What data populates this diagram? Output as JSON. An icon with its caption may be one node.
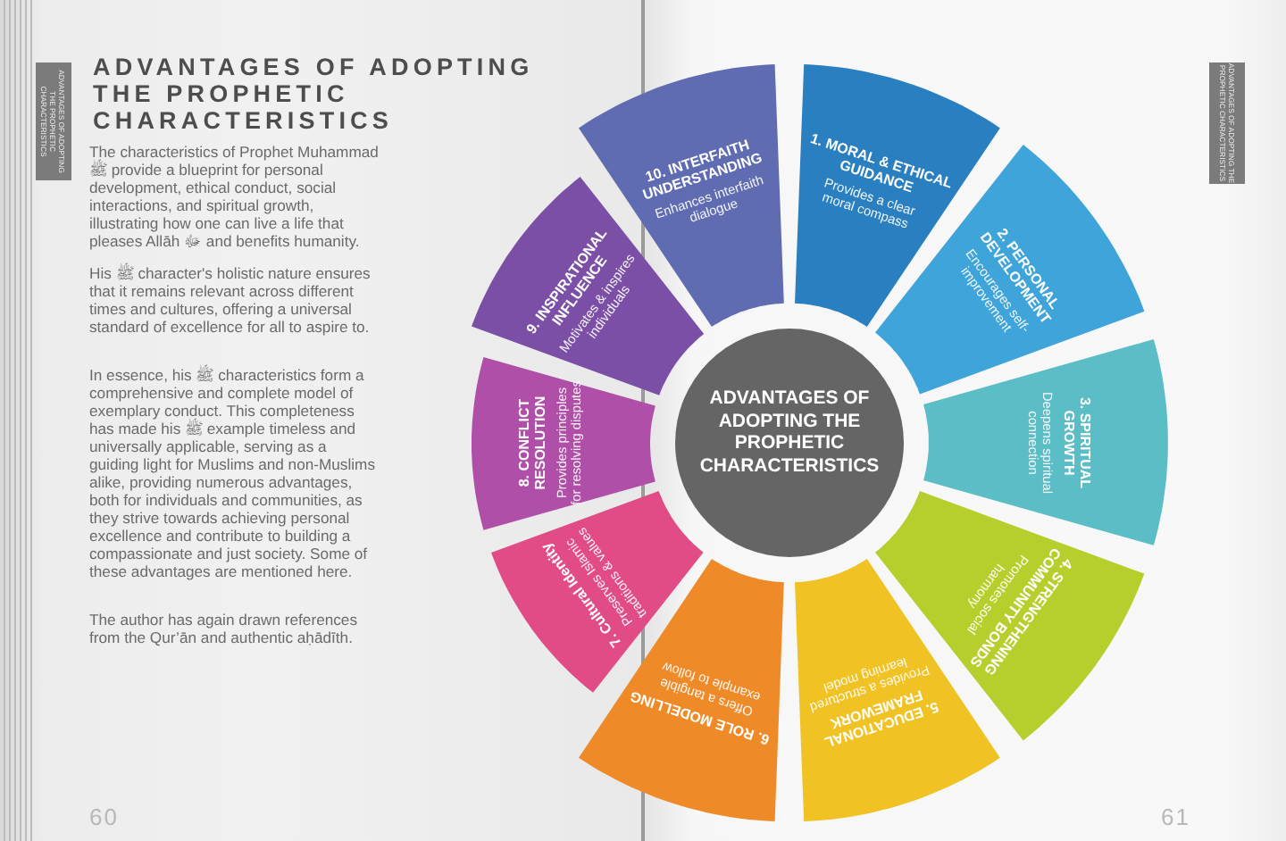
{
  "diagram": {
    "title": "ADVANTAGES OF ADOPTING THE PROPHETIC CHARACTERISTICS",
    "nodes": [
      {
        "text": [
          "ADVANTAGES OF ADOPTING THE PROPHETIC CHARACTERISTICS"
        ]
      },
      {
        "text": [
          "1. MORAL & ETHICAL GUIDANCE",
          "Provides a clear moral compass"
        ]
      },
      {
        "text": [
          "2. PERSONAL DEVELOPMENT",
          "Encourages self-improvement"
        ]
      },
      {
        "text": [
          "3. SPIRITUAL GROWTH",
          "Deepens spiritual connection"
        ]
      },
      {
        "text": [
          "4. STRENGTHENING COMMUNITY BONDS",
          "Promotes social harmony"
        ]
      },
      {
        "text": [
          "5. EDUCATIONAL FRAMEWORK",
          "Provides a structured learning model"
        ]
      },
      {
        "text": [
          "6. ROLE MODELLING",
          "Offers a tangible example to follow"
        ]
      },
      {
        "text": [
          "7. Cultural Identity",
          "Preserves Islamic traditions & values"
        ]
      },
      {
        "text": [
          "8. CONFLICT RESOLUTION",
          "Provides principles for resolving disputes"
        ]
      },
      {
        "text": [
          "9. INSPIRATIONAL INFLUENCE",
          "Motivates & inspires individuals"
        ]
      },
      {
        "text": [
          "10. INTERFAITH UNDERSTANDING",
          "Enhances interfaith dialogue"
        ]
      }
    ],
    "labels": [
      "ADVANTAGES OF ADOPTING THE PROPHETIC CHARACTERISTICS",
      "The characteristics of Prophet Muhammad ﷺ provide a blueprint for personal development, ethical conduct, social interactions, and spiritual growth, illustrating how one can live a life that pleases Allāh ﷻ and benefits humanity.",
      "His ﷺ character's holistic nature ensures that it remains relevant across different times and cultures, offering a universal standard of excellence for all to aspire to.",
      "In essence, his ﷺ characteristics form a comprehensive and complete model of exemplary conduct. This completeness has made his ﷺ example timeless and universally applicable, serving as a guiding light for Muslims and non-Muslims alike, providing numerous advantages, both for individuals and communities, as they strive towards achieving personal excellence and contribute to building a compassionate and just society. Some of these advantages are mentioned here.",
      "The author has again drawn references from the Qur’ān and authentic aḥādīth.",
      "60",
      "ADVANTAGES OF ADOPTING THE PROPHETIC CHARACTERISTICS",
      "61"
    ]
  }
}
